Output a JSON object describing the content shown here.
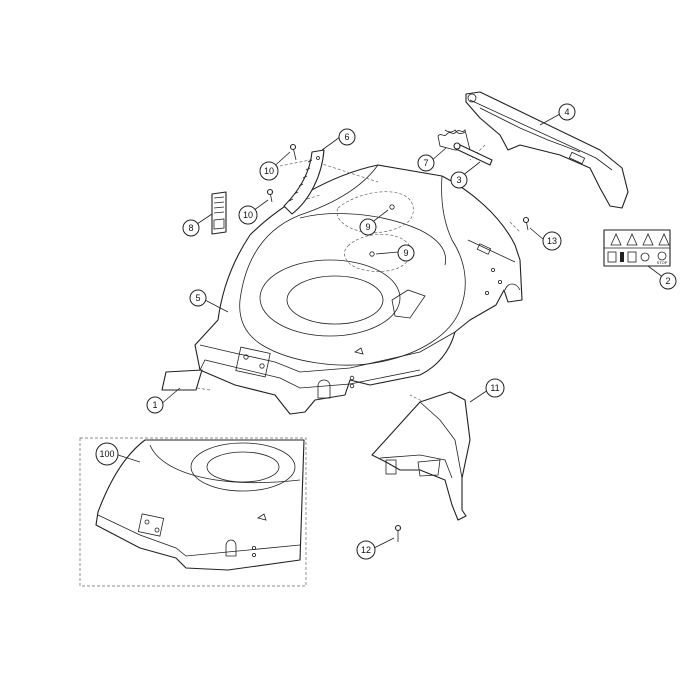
{
  "callouts": [
    {
      "id": "c1",
      "label": "1"
    },
    {
      "id": "c2",
      "label": "2"
    },
    {
      "id": "c3",
      "label": "3"
    },
    {
      "id": "c4",
      "label": "4"
    },
    {
      "id": "c5",
      "label": "5"
    },
    {
      "id": "c6",
      "label": "6"
    },
    {
      "id": "c7",
      "label": "7"
    },
    {
      "id": "c8",
      "label": "8"
    },
    {
      "id": "c9a",
      "label": "9"
    },
    {
      "id": "c9b",
      "label": "9"
    },
    {
      "id": "c10a",
      "label": "10"
    },
    {
      "id": "c10b",
      "label": "10"
    },
    {
      "id": "c11",
      "label": "11"
    },
    {
      "id": "c12",
      "label": "12"
    },
    {
      "id": "c13",
      "label": "13"
    },
    {
      "id": "c100",
      "label": "100"
    }
  ],
  "decal": {
    "stop_text": "STOP"
  },
  "colors": {
    "line": "#222222",
    "background": "#ffffff",
    "dashed": "#666666"
  }
}
